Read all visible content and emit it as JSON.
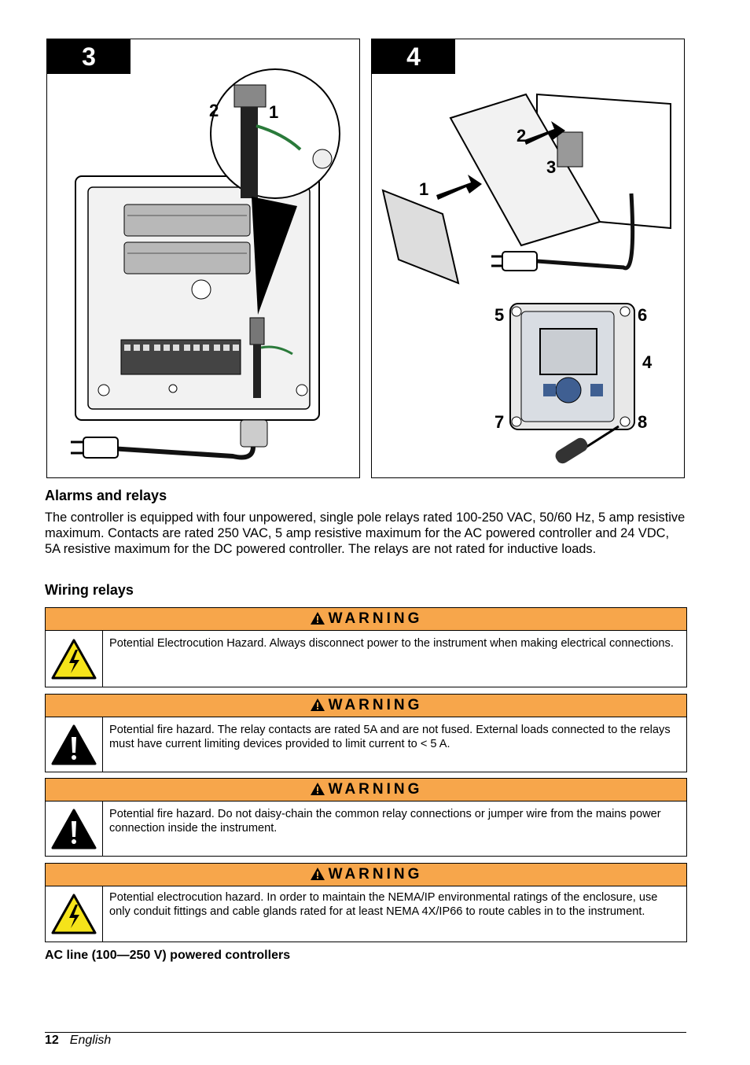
{
  "figures": [
    {
      "number": "3",
      "callouts": [
        "2",
        "1"
      ]
    },
    {
      "number": "4",
      "callouts": [
        "2",
        "3",
        "1",
        "5",
        "6",
        "4",
        "7",
        "8"
      ]
    }
  ],
  "section_heading": "Alarms and relays",
  "section_body": "The controller is equipped with four unpowered, single pole relays rated 100-250 VAC, 50/60 Hz, 5 amp resistive maximum. Contacts are rated 250 VAC, 5 amp resistive maximum for the AC powered controller and 24 VDC, 5A resistive maximum for the DC powered controller. The relays are not rated for inductive loads.",
  "subsection_heading": "Wiring relays",
  "warnings": [
    {
      "label": "WARNING",
      "icon": "electrocution-hazard-icon",
      "text": "Potential Electrocution Hazard. Always disconnect power to the instrument when making electrical connections."
    },
    {
      "label": "WARNING",
      "icon": "general-hazard-icon",
      "text": "Potential fire hazard. The relay contacts are rated 5A and are not fused. External loads connected to the relays must have current limiting devices provided to limit current to < 5 A."
    },
    {
      "label": "WARNING",
      "icon": "general-hazard-icon",
      "text": "Potential fire hazard. Do not daisy-chain the common relay connections or jumper wire from the mains power connection inside the instrument."
    },
    {
      "label": "WARNING",
      "icon": "electrocution-hazard-icon",
      "text": "Potential electrocution hazard. In order to maintain the NEMA/IP environmental ratings of the enclosure, use only conduit fittings and cable glands rated for at least NEMA 4X/IP66 to route cables in to the instrument."
    }
  ],
  "next_heading": "AC line (100—250 V) powered controllers",
  "footer": {
    "page_number": "12",
    "language": "English"
  },
  "colors": {
    "warning_header": "#f7a64b",
    "hazard_yellow": "#f5e31a"
  }
}
